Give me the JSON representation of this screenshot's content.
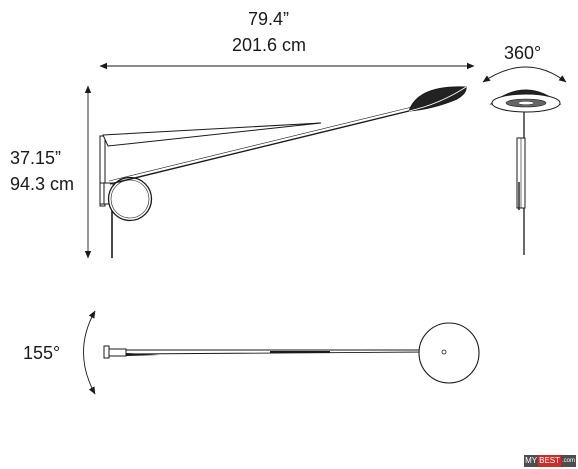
{
  "dimensions": {
    "width_in": "79.4”",
    "width_cm": "201.6 cm",
    "height_in": "37.15”",
    "height_cm": "94.3 cm",
    "rotation": "360°",
    "swing": "155°"
  },
  "watermark": {
    "part_a": "MY",
    "part_b": "BEST",
    "part_c": ".com"
  },
  "colors": {
    "line": "#1a1a1a",
    "shade_fill": "#222222",
    "brand_red": "#c5302c"
  }
}
